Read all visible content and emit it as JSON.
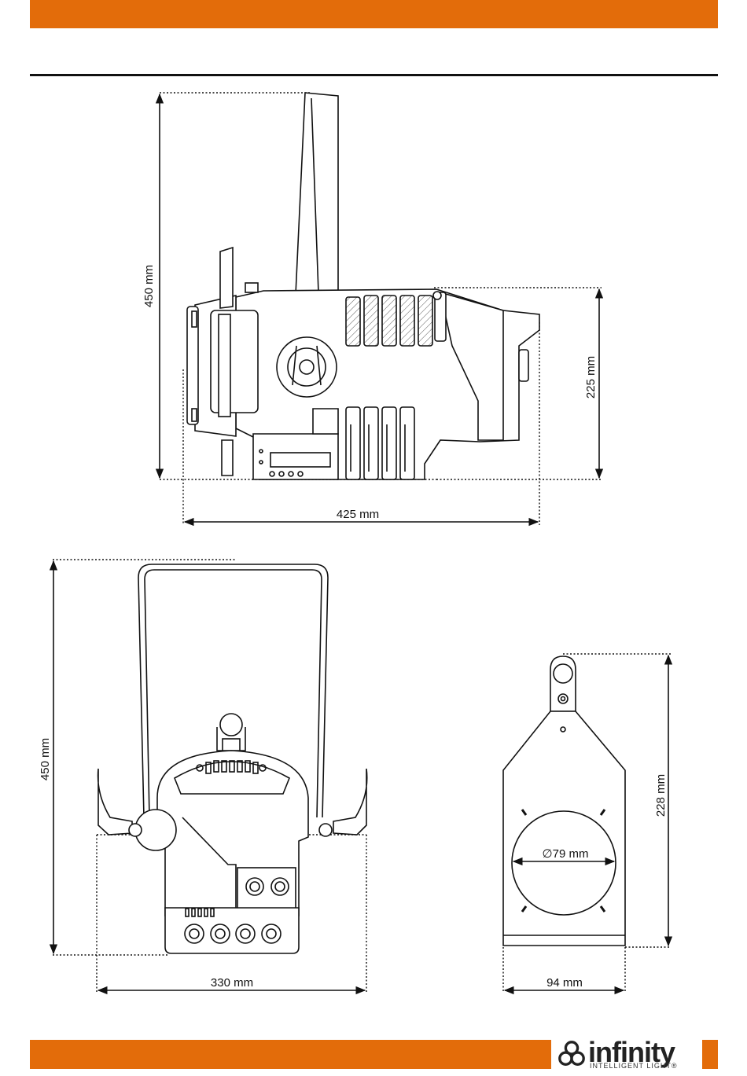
{
  "colors": {
    "accent": "#e36c0a",
    "line": "#111111"
  },
  "side_view": {
    "height_label": "450 mm",
    "rear_height_label": "225 mm",
    "length_label": "425 mm"
  },
  "front_view": {
    "height_label": "450 mm",
    "width_label": "330 mm"
  },
  "gobo_holder": {
    "height_label": "228 mm",
    "width_label": "94 mm",
    "diameter_label": "∅79 mm"
  },
  "brand": {
    "logo_word": "infinity",
    "logo_sub": "INTELLIGENT LIGHT",
    "reg_mark": "®"
  }
}
